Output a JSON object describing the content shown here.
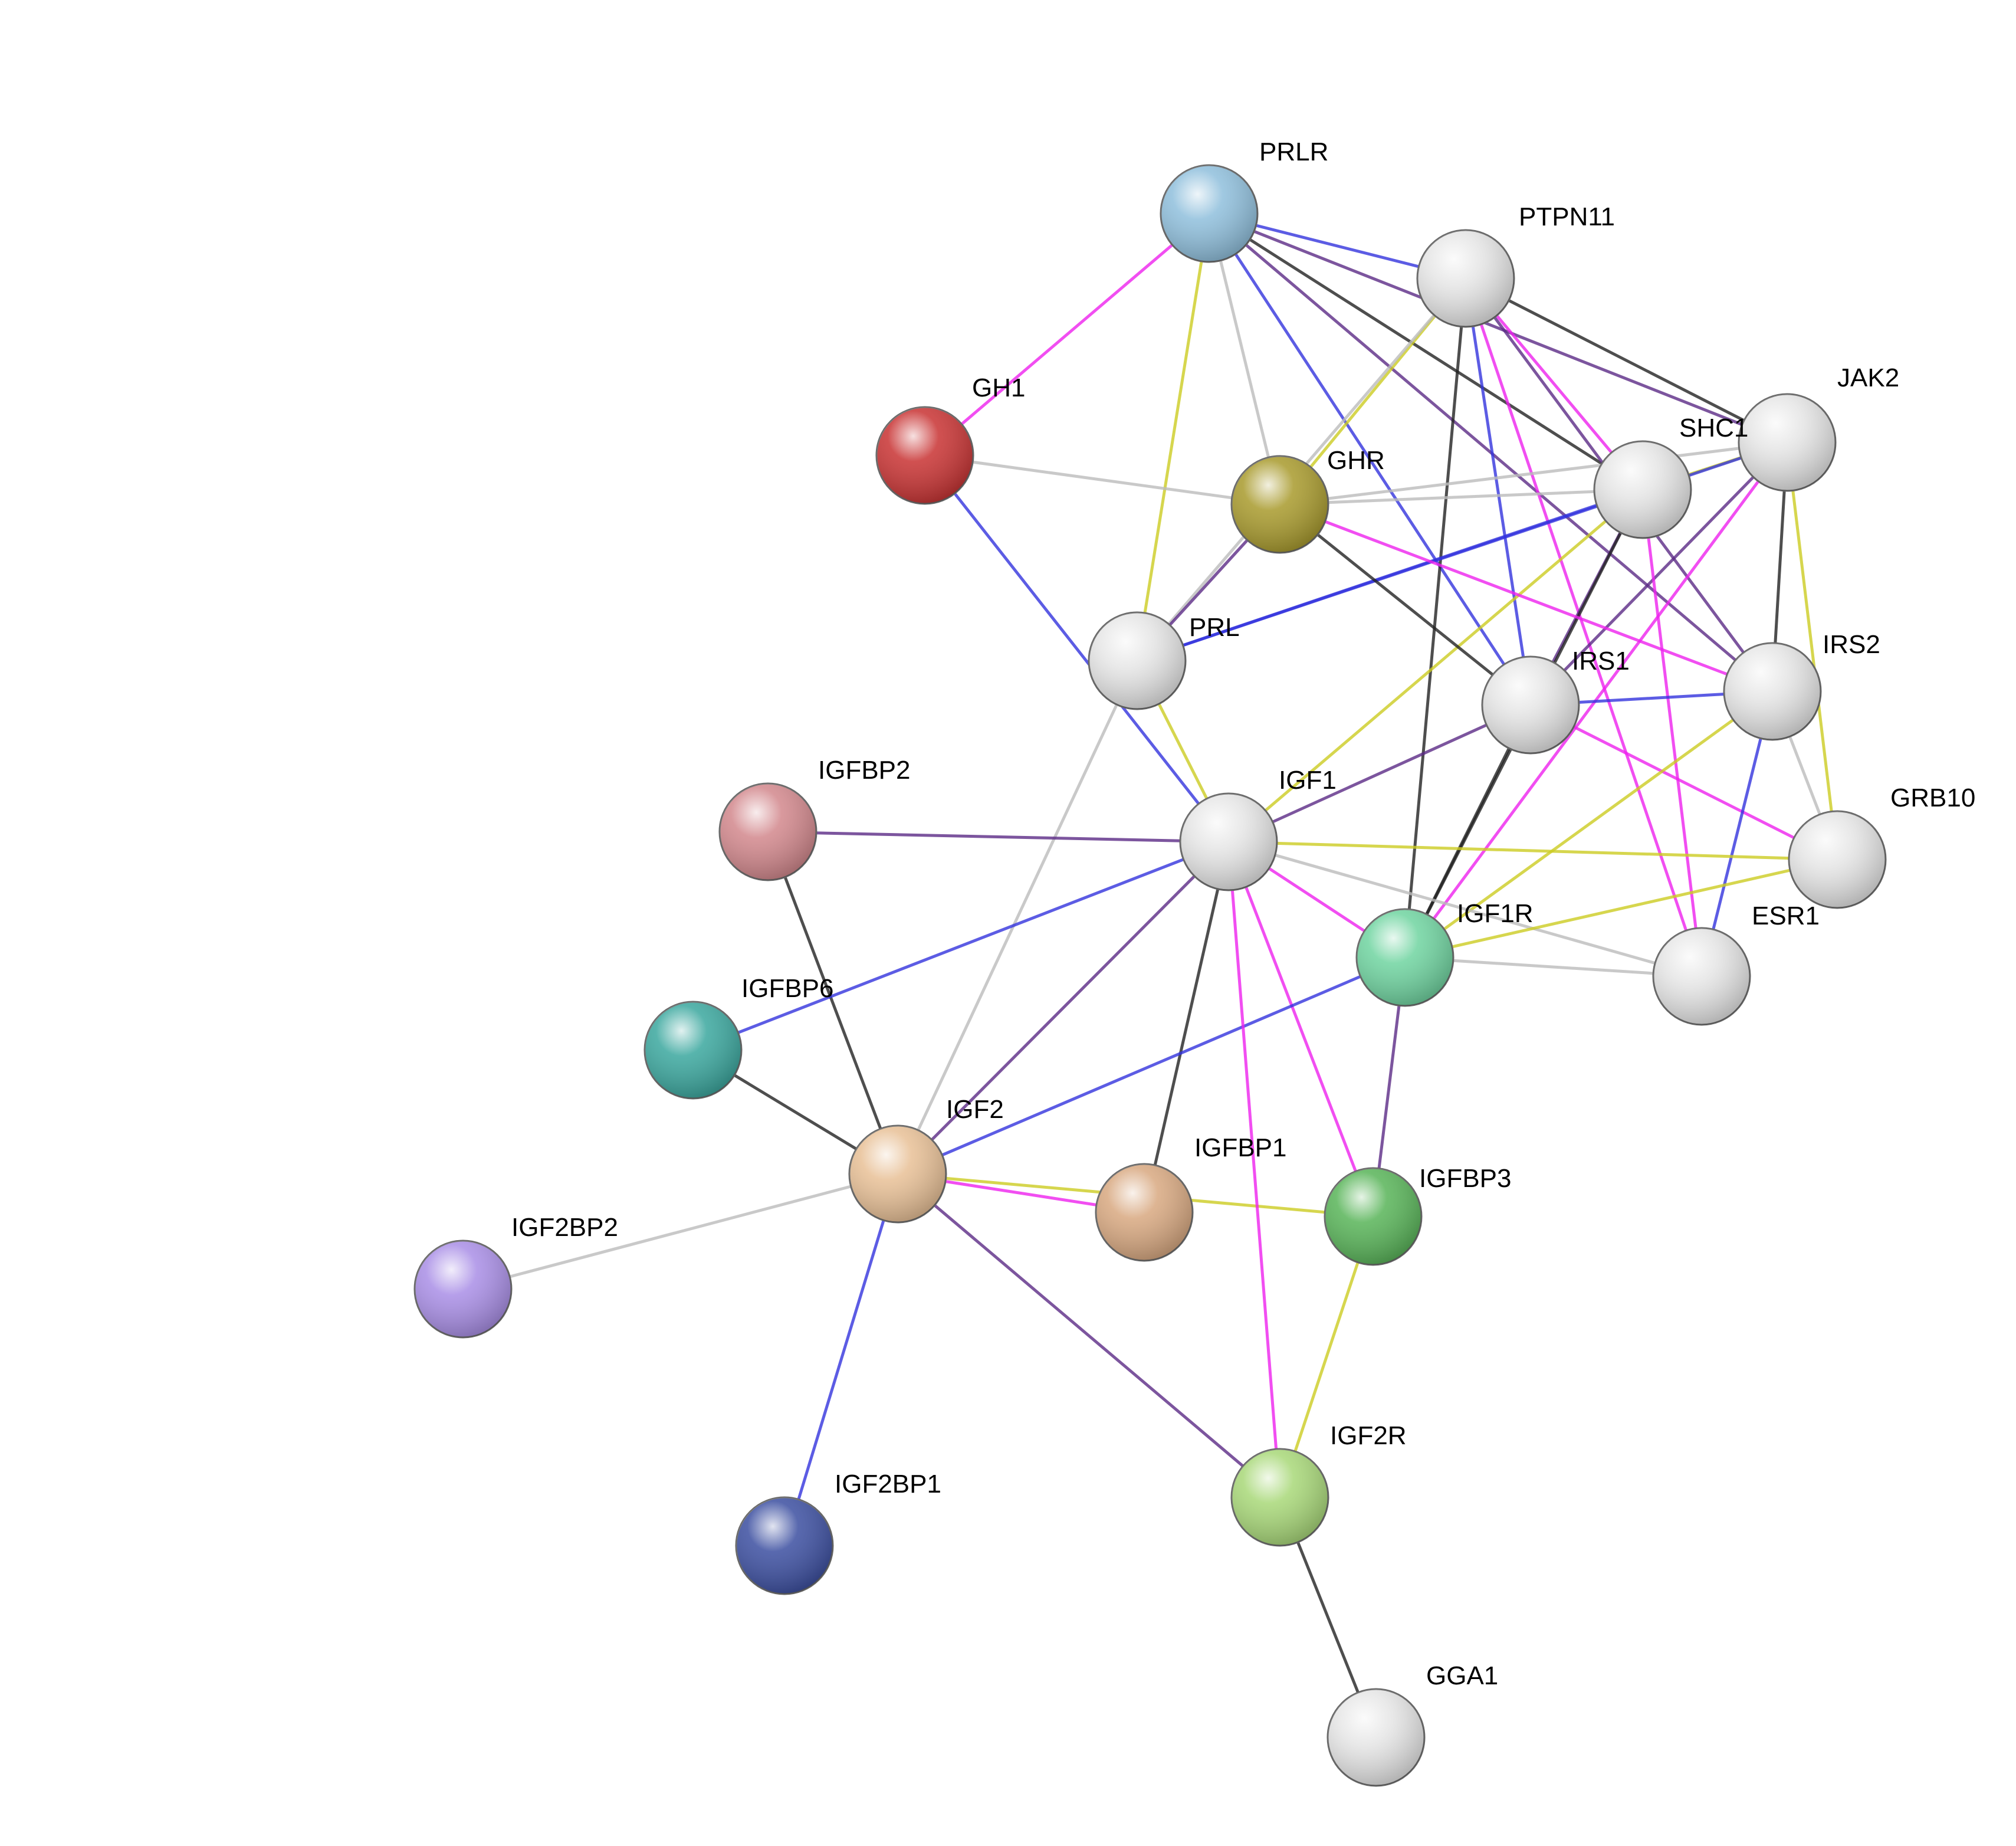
{
  "network": {
    "nodes": [
      {
        "id": "PRLR",
        "label": "PRLR",
        "color": "#8fbfdc"
      },
      {
        "id": "PTPN11",
        "label": "PTPN11",
        "color": "#e6e6e6"
      },
      {
        "id": "JAK2",
        "label": "JAK2",
        "color": "#e6e6e6"
      },
      {
        "id": "SHC1",
        "label": "SHC1",
        "color": "#e6e6e6"
      },
      {
        "id": "GH1",
        "label": "GH1",
        "color": "#c83232"
      },
      {
        "id": "GHR",
        "label": "GHR",
        "color": "#a89a2c"
      },
      {
        "id": "PRL",
        "label": "PRL",
        "color": "#e6e6e6"
      },
      {
        "id": "IRS1",
        "label": "IRS1",
        "color": "#e6e6e6"
      },
      {
        "id": "IRS2",
        "label": "IRS2",
        "color": "#e6e6e6"
      },
      {
        "id": "IGFBP2",
        "label": "IGFBP2",
        "color": "#d2878c"
      },
      {
        "id": "IGF1",
        "label": "IGF1",
        "color": "#e6e6e6"
      },
      {
        "id": "GRB10",
        "label": "GRB10",
        "color": "#e6e6e6"
      },
      {
        "id": "IGF1R",
        "label": "IGF1R",
        "color": "#6fd4a0"
      },
      {
        "id": "ESR1",
        "label": "ESR1",
        "color": "#e6e6e6"
      },
      {
        "id": "IGFBP6",
        "label": "IGFBP6",
        "color": "#3aa79e"
      },
      {
        "id": "IGF2",
        "label": "IGF2",
        "color": "#e8c096"
      },
      {
        "id": "IGFBP1",
        "label": "IGFBP1",
        "color": "#d8a880"
      },
      {
        "id": "IGFBP3",
        "label": "IGFBP3",
        "color": "#58b458"
      },
      {
        "id": "IGF2BP2",
        "label": "IGF2BP2",
        "color": "#a98ee6"
      },
      {
        "id": "IGF2BP1",
        "label": "IGF2BP1",
        "color": "#3b4ea0"
      },
      {
        "id": "IGF2R",
        "label": "IGF2R",
        "color": "#a8d878"
      },
      {
        "id": "GGA1",
        "label": "GGA1",
        "color": "#e6e6e6"
      }
    ],
    "edges": [
      [
        "PRLR",
        "PTPN11"
      ],
      [
        "PRLR",
        "JAK2"
      ],
      [
        "PRLR",
        "SHC1"
      ],
      [
        "PRLR",
        "GH1"
      ],
      [
        "PRLR",
        "PRL"
      ],
      [
        "PRLR",
        "GHR"
      ],
      [
        "PRLR",
        "IRS1"
      ],
      [
        "PRLR",
        "IRS2"
      ],
      [
        "PTPN11",
        "JAK2"
      ],
      [
        "PTPN11",
        "SHC1"
      ],
      [
        "PTPN11",
        "GHR"
      ],
      [
        "PTPN11",
        "PRL"
      ],
      [
        "PTPN11",
        "IRS1"
      ],
      [
        "PTPN11",
        "IRS2"
      ],
      [
        "PTPN11",
        "IGF1R"
      ],
      [
        "PTPN11",
        "ESR1"
      ],
      [
        "JAK2",
        "SHC1"
      ],
      [
        "JAK2",
        "GHR"
      ],
      [
        "JAK2",
        "PRL"
      ],
      [
        "JAK2",
        "IRS1"
      ],
      [
        "JAK2",
        "IRS2"
      ],
      [
        "JAK2",
        "IGF1R"
      ],
      [
        "JAK2",
        "GRB10"
      ],
      [
        "SHC1",
        "GHR"
      ],
      [
        "SHC1",
        "PRL"
      ],
      [
        "SHC1",
        "IRS1"
      ],
      [
        "SHC1",
        "IGF1R"
      ],
      [
        "SHC1",
        "ESR1"
      ],
      [
        "SHC1",
        "IGF1"
      ],
      [
        "GH1",
        "GHR"
      ],
      [
        "GH1",
        "IGF1"
      ],
      [
        "GHR",
        "PRL"
      ],
      [
        "GHR",
        "IRS1"
      ],
      [
        "GHR",
        "IRS2"
      ],
      [
        "PRL",
        "IGF1"
      ],
      [
        "PRL",
        "IGF2"
      ],
      [
        "IRS1",
        "IRS2"
      ],
      [
        "IRS1",
        "IGF1"
      ],
      [
        "IRS1",
        "IGF1R"
      ],
      [
        "IRS1",
        "GRB10"
      ],
      [
        "IRS2",
        "IGF1R"
      ],
      [
        "IRS2",
        "GRB10"
      ],
      [
        "IRS2",
        "ESR1"
      ],
      [
        "IGFBP2",
        "IGF1"
      ],
      [
        "IGFBP2",
        "IGF2"
      ],
      [
        "IGF1",
        "IGF1R"
      ],
      [
        "IGF1",
        "GRB10"
      ],
      [
        "IGF1",
        "ESR1"
      ],
      [
        "IGF1",
        "IGFBP6"
      ],
      [
        "IGF1",
        "IGF2"
      ],
      [
        "IGF1",
        "IGFBP1"
      ],
      [
        "IGF1",
        "IGFBP3"
      ],
      [
        "IGF1R",
        "GRB10"
      ],
      [
        "IGF1R",
        "ESR1"
      ],
      [
        "IGF1R",
        "IGF2"
      ],
      [
        "IGF1R",
        "IGFBP3"
      ],
      [
        "IGFBP6",
        "IGF2"
      ],
      [
        "IGF2",
        "IGFBP1"
      ],
      [
        "IGF2",
        "IGFBP3"
      ],
      [
        "IGF2",
        "IGF2BP2"
      ],
      [
        "IGF2",
        "IGF2BP1"
      ],
      [
        "IGF2",
        "IGF2R"
      ],
      [
        "IGF2R",
        "GGA1"
      ],
      [
        "IGF2R",
        "IGF1"
      ],
      [
        "IGF2R",
        "IGFBP3"
      ]
    ]
  }
}
